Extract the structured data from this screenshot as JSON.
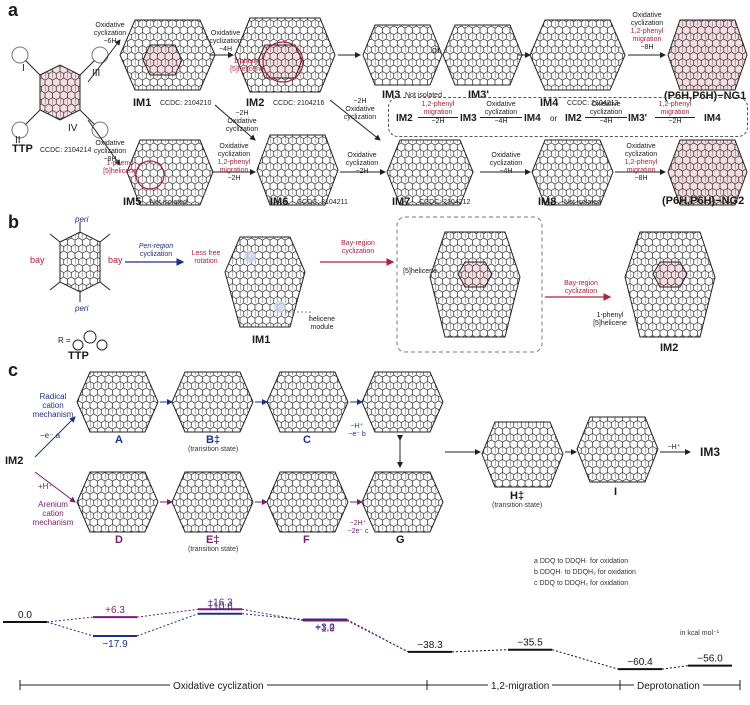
{
  "panels": {
    "a": "a",
    "b": "b",
    "c": "c"
  },
  "panel_a": {
    "ttp": {
      "label": "TTP",
      "ccdc": "CCDC: 2104214",
      "arms": [
        "I",
        "II",
        "III",
        "IV"
      ]
    },
    "im1": {
      "label": "IM1",
      "ccdc": "CCDC: 2104210"
    },
    "im2": {
      "label": "IM2",
      "ccdc": "CCDC: 2104216"
    },
    "im3": {
      "label": "IM3",
      "note": "Not isolated"
    },
    "im3p": {
      "label": "IM3'"
    },
    "or": "or",
    "im4": {
      "label": "IM4",
      "ccdc": "CCDC: 2104213"
    },
    "ng1": {
      "label": "(P6H,P6H)−NG1"
    },
    "im5": {
      "label": "IM5",
      "note": "Not isolated"
    },
    "im6": {
      "label": "IM6",
      "ccdc": "CCDC: 2104211"
    },
    "im7": {
      "label": "IM7",
      "ccdc": "CCDC: 2104212"
    },
    "im8": {
      "label": "IM8",
      "note": "Not isolated"
    },
    "ng2": {
      "label": "(P6H,P6H)−NG2"
    },
    "helicene_note": "1-phenyl [5]helicene",
    "arrows": {
      "ttp_im1": {
        "l1": "Oxidative",
        "l2": "cyclization",
        "l3": "−6H"
      },
      "ttp_im5": {
        "l1": "Oxidative",
        "l2": "cyclization",
        "l3": "−8H"
      },
      "im1_im2": {
        "l1": "Oxidative",
        "l2": "cyclization",
        "l3": "−4H"
      },
      "im1_im6": {
        "l1": "−2H",
        "l2": "Oxidative",
        "l3": "cyclization"
      },
      "im2_im7": {
        "l1": "−2H",
        "l2": "Oxidative",
        "l3": "cyclization"
      },
      "im4_ng1": {
        "l1": "Oxidative",
        "l2": "cyclization",
        "l3": "1,2-phenyl",
        "l4": "migration",
        "l5": "−8H"
      },
      "im5_im6": {
        "l1": "Oxidative",
        "l2": "cyclization",
        "l3": "1,2-phenyl",
        "l4": "migration",
        "l5": "−2H"
      },
      "im6_im7": {
        "l1": "Oxidative",
        "l2": "cyclization",
        "l3": "−2H"
      },
      "im7_im8": {
        "l1": "Oxidative",
        "l2": "cyclization",
        "l3": "−4H"
      },
      "im8_ng2": {
        "l1": "Oxidative",
        "l2": "cyclization",
        "l3": "1,2-phenyl",
        "l4": "migration",
        "l5": "−8H"
      }
    },
    "box": {
      "a1": "1,2-phenyl",
      "a2": "migration",
      "a3": "−2H",
      "b1": "Oxidative",
      "b2": "cyclization",
      "b3": "−4H",
      "c1": "Oxidative",
      "c2": "cyclization",
      "c3": "−4H",
      "d1": "1,2-phenyl",
      "d2": "migration",
      "d3": "−2H",
      "im2": "IM2",
      "im3": "IM3",
      "im4": "IM4",
      "or": "or",
      "im3p": "IM3'"
    }
  },
  "panel_b": {
    "peri_top": "peri",
    "peri_bottom": "peri",
    "bay_left": "bay",
    "bay_right": "bay",
    "r_label": "R =",
    "ttp": "TTP",
    "step1": {
      "l1": "Peri-region",
      "l2": "cyclization"
    },
    "less_free": {
      "l1": "Less free",
      "l2": "rotation"
    },
    "im1": "IM1",
    "helicene_module": {
      "l1": "helicene",
      "l2": "module"
    },
    "step2": {
      "l1": "Bay-region",
      "l2": "cyclization"
    },
    "helicene5": "[5]helicene",
    "step3": {
      "l1": "Bay-region",
      "l2": "cyclization"
    },
    "phenyl_helicene": {
      "l1": "1-phenyl",
      "l2": "[5]helicene"
    },
    "im2": "IM2"
  },
  "panel_c": {
    "im2": "IM2",
    "radical": {
      "l1": "Radical",
      "l2": "cation",
      "l3": "mechanism",
      "reagent": "−e⁻ a"
    },
    "arenium": {
      "l1": "Arenium",
      "l2": "cation",
      "l3": "mechanism",
      "reagent": "+H⁺"
    },
    "species": {
      "A": "A",
      "B": "B‡",
      "C": "C",
      "D": "D",
      "E": "E‡",
      "F": "F",
      "G": "G",
      "H": "H‡",
      "I": "I"
    },
    "ts_note": "(transition state)",
    "c_to_g": {
      "l1": "−H⁺",
      "l2": "−e⁻ b"
    },
    "f_to_g": {
      "l1": "−2H⁺",
      "l2": "−2e⁻ c"
    },
    "i_to_im3": "−H⁺",
    "im3": "IM3",
    "footnotes": [
      "a DDQ to DDQH· for oxidation",
      "b DDQH· to DDQH₂ for oxidation",
      "c DDQ to DDQH₂ for oxidation"
    ],
    "unit": "in kcal mol⁻¹",
    "stages": [
      "Oxidative cyclization",
      "1,2-migration",
      "Deprotonation"
    ]
  },
  "energy_profile": {
    "levels": [
      {
        "label": "0.0",
        "value": 0.0,
        "series": "start"
      },
      {
        "label": "+6.3",
        "value": 6.3,
        "series": "arenium"
      },
      {
        "label": "−17.9",
        "value": -17.9,
        "series": "radical"
      },
      {
        "label": "+16.3",
        "value": 16.3,
        "series": "arenium"
      },
      {
        "label": "+10.6",
        "value": 10.6,
        "series": "radical"
      },
      {
        "label": "+3.2",
        "value": 3.2,
        "series": "radical"
      },
      {
        "label": "+1.9",
        "value": 1.9,
        "series": "arenium"
      },
      {
        "label": "−38.3",
        "value": -38.3,
        "series": "common"
      },
      {
        "label": "−35.5",
        "value": -35.5,
        "series": "common"
      },
      {
        "label": "−60.4",
        "value": -60.4,
        "series": "common"
      },
      {
        "label": "−56.0",
        "value": -56.0,
        "series": "common"
      }
    ]
  },
  "colors": {
    "radical": "#1c2f8c",
    "arenium": "#7a1c6e",
    "red": "#b0203a",
    "pink": "#f3d3da",
    "blue_ring": "#c9d8ee"
  }
}
